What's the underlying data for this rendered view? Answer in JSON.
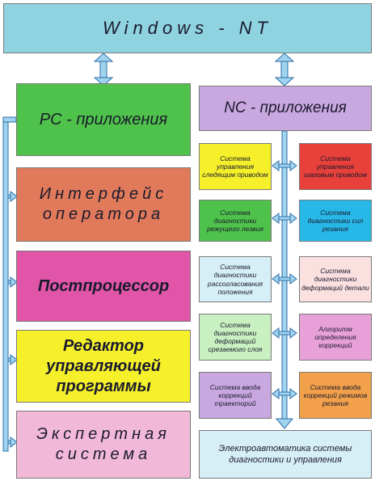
{
  "top": {
    "title": "Windows - NT"
  },
  "left_boxes": [
    {
      "label": "PC - приложения"
    },
    {
      "label": "Интерфейс оператора"
    },
    {
      "label": "Постпроцессор"
    },
    {
      "label": "Редактор управляющей программы"
    },
    {
      "label": "Экспертная система"
    }
  ],
  "nc": {
    "title": "NC - приложения"
  },
  "nc_left": [
    {
      "label": "Система управления следящим приводом"
    },
    {
      "label": "Система диагностики режущего лезвия"
    },
    {
      "label": "Система диагностики рассогласования положения"
    },
    {
      "label": "Система диагностики деформаций срезаемого слоя"
    },
    {
      "label": "Система ввода коррекций траекторий"
    }
  ],
  "nc_right": [
    {
      "label": "Система управления шаговым приводом"
    },
    {
      "label": "Система диагностики сил резания"
    },
    {
      "label": "Система диагностики деформаций детали"
    },
    {
      "label": "Алгоритм определения коррекций"
    },
    {
      "label": "Система ввода коррекций режимов резания"
    }
  ],
  "bottom": {
    "label": "Электроавтоматика системы диагностики и управления"
  },
  "colors": {
    "top": "#8fd3e0",
    "pc": "#4ec24a",
    "interface": "#e07a5a",
    "postproc": "#e055a8",
    "editor": "#f5f02a",
    "expert": "#f2b8d8",
    "nc": "#c9a8e0",
    "line": "#2d6fa8"
  }
}
